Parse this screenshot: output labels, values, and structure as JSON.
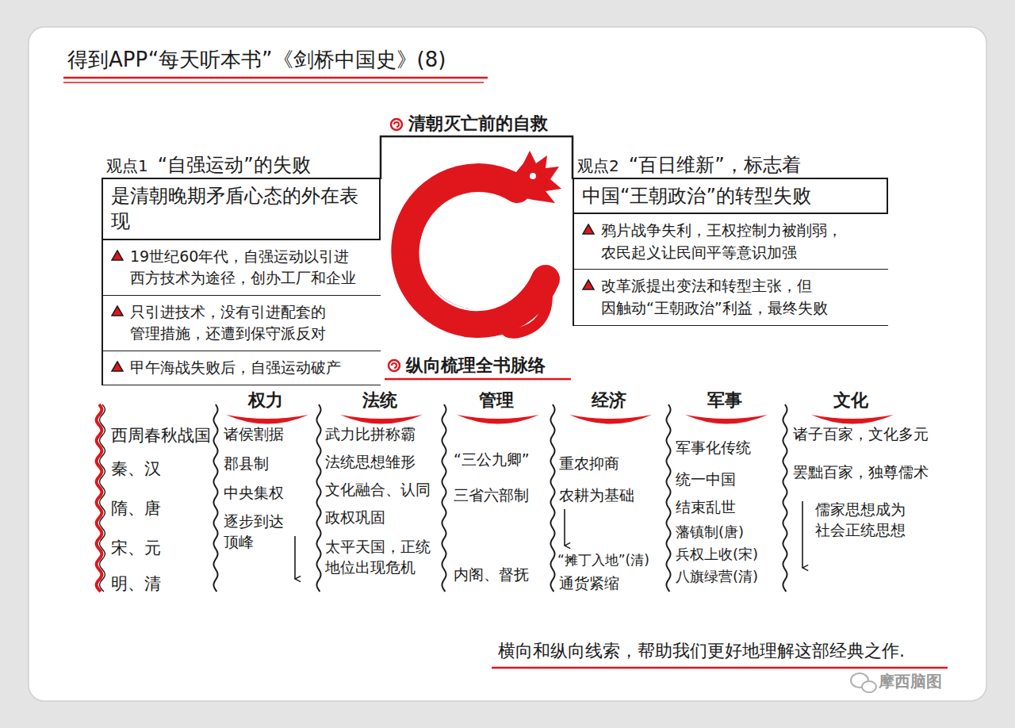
{
  "diagram": {
    "title": "得到APP“每天听本书”《剑桥中国史》(8)",
    "caption": "横向和纵向线索，帮助我们更好地理解这部经典之作.",
    "nodes": [
      {
        "text": [
          "观点1",
          "“自强运动”的失败",
          "是清朝晚期矛盾心态的外在表现"
        ]
      },
      {
        "text": [
          "19世纪60年代，自强运动以引进 西方技术为途径，创办工厂和企业"
        ],
        "in": 0
      },
      {
        "text": [
          "只引进技术，没有引进配套的 管理措施，还遭到保守派反对"
        ],
        "in": 0
      },
      {
        "text": [
          "甲午海战失败后，自强运动破产"
        ],
        "in": 0
      },
      {
        "text": [
          "观点2",
          "“百日维新”，标志着",
          "中国“王朝政治”的转型失败"
        ]
      },
      {
        "text": [
          "鸦片战争失利，王权控制力被削弱， 农民起义让民间平等意识加强"
        ],
        "in": 4
      },
      {
        "text": [
          "改革派提出变法和转型主张，但 因触动“王朝政治”利益，最终失败"
        ],
        "in": 4
      }
    ],
    "labels": [
      "清朝灭亡前的自救",
      "纵向梳理全书脉络",
      "西周春秋战国",
      "秦、汉",
      "隋、唐",
      "宋、元",
      "明、清",
      "权力",
      "诸侯割据",
      "郡县制",
      "中央集权",
      "逐步到达 顶峰",
      "法统",
      "武力比拼称霸",
      "法统思想雏形",
      "文化融合、认同",
      "政权巩固",
      "太平天国，正统 地位出现危机",
      "管理",
      "“三公九卿”",
      "三省六部制",
      "内阁、督抚",
      "经济",
      "重农抑商",
      "农耕为基础",
      "“摊丁入地”(清)",
      "通货紧缩",
      "军事",
      "军事化传统",
      "统一中国",
      "结束乱世",
      "藩镇制(唐)",
      "兵权上收(宋)",
      "八旗绿营(清)",
      "文化",
      "诸子百家，文化多元",
      "罢黜百家，独尊儒术",
      "儒家思想成为 社会正统思想",
      "摩西脑图"
    ]
  }
}
